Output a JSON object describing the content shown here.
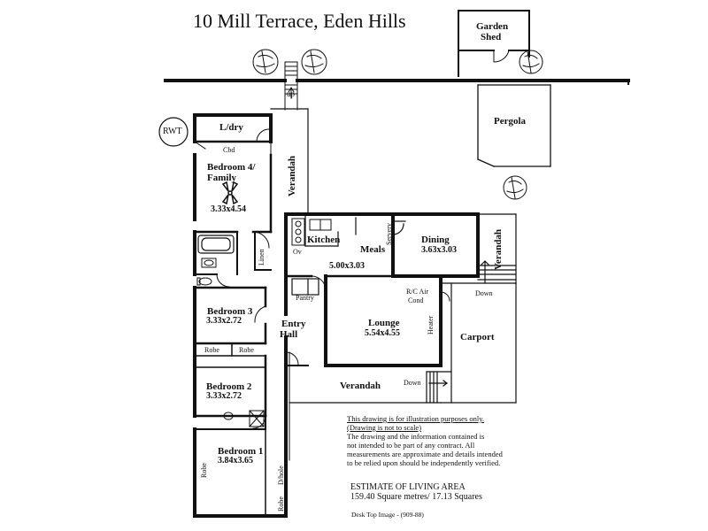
{
  "title": "10 Mill Terrace,  Eden Hills",
  "rooms": {
    "garden_shed": [
      "Garden",
      "Shed"
    ],
    "pergola": "Pergola",
    "rwt": "RWT",
    "laundry": "L/dry",
    "cbd": "Cbd",
    "bedroom4": {
      "name": [
        "Bedroom 4/",
        "Family"
      ],
      "size": "3.33x4.54"
    },
    "verandah_top": "Verandah",
    "kitchen": "Kitchen",
    "oven": "Ov",
    "servery": "Servery",
    "meals": {
      "name": "Meals",
      "size": "5.00x3.03"
    },
    "dining": {
      "name": "Dining",
      "size": "3.63x3.03"
    },
    "verandah_right": "Verandah",
    "linen": "Linen",
    "pantry": "Pantry",
    "rc_air": [
      "R/C Air",
      "Cond"
    ],
    "bedroom3": {
      "name": "Bedroom 3",
      "size": "3.33x2.72"
    },
    "entry_hall": [
      "Entry",
      "Hall"
    ],
    "lounge": {
      "name": "Lounge",
      "size": "5.54x4.55"
    },
    "heater": "Heater",
    "carport": "Carport",
    "robe1": "Robe",
    "robe2": "Robe",
    "bedroom2": {
      "name": "Bedroom 2",
      "size": "3.33x2.72"
    },
    "verandah_bottom": "Verandah",
    "bedroom1": {
      "name": "Bedroom 1",
      "size": "3.84x3.65"
    },
    "robe_b1": "Robe",
    "robe_b1b": "Robe",
    "dhole": "D/hole"
  },
  "stairs": {
    "up": "up",
    "down_right": "Down",
    "down_bottom": "Down"
  },
  "notes": {
    "line1": "This drawing is for illustration purposes only.",
    "line2": "(Drawing is not to scale)",
    "line3": "The drawing and the information contained is",
    "line4": "not intended to be part of any contract.  All",
    "line5": "measurements are approximate and details intended",
    "line6": "to be relied upon should be independently verified."
  },
  "area": {
    "heading": "ESTIMATE OF LIVING AREA",
    "value": "159.40 Square metres/  17.13 Squares"
  },
  "credit": "Desk Top Image - (909-88)",
  "colors": {
    "line": "#111111",
    "background": "#ffffff"
  },
  "icons": [
    "tree-icon",
    "ceiling-fan-icon",
    "stove-icon",
    "sink-icon",
    "bath-icon",
    "toilet-icon",
    "shower-icon",
    "basin-icon",
    "tank-icon"
  ]
}
